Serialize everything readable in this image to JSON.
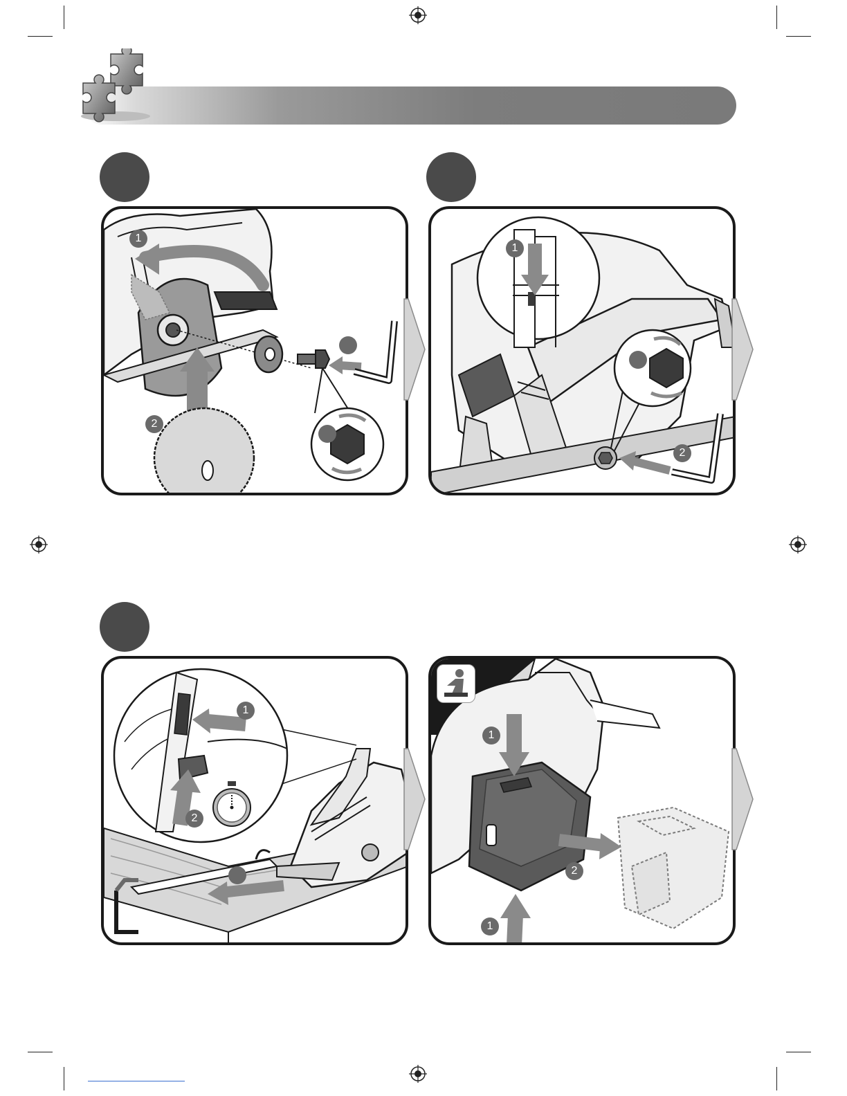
{
  "steps": {
    "s1": {
      "n1": "1",
      "n2": "2"
    },
    "s2": {
      "n1": "1",
      "n2": "2"
    },
    "s3": {
      "n1": "1",
      "n2": "2"
    },
    "s4": {
      "n1": "1",
      "n2": "2",
      "n3": "1"
    }
  },
  "colors": {
    "ink": "#1a1a1a",
    "step_circle": "#4a4a4a",
    "badge": "#6a6a6a",
    "arrow_fill": "#d4d4d4"
  },
  "icons": [
    "puzzle-icon",
    "registration-mark-icon",
    "hex-bolt-icon",
    "stopwatch-icon",
    "manual-person-icon",
    "next-arrow-icon"
  ]
}
